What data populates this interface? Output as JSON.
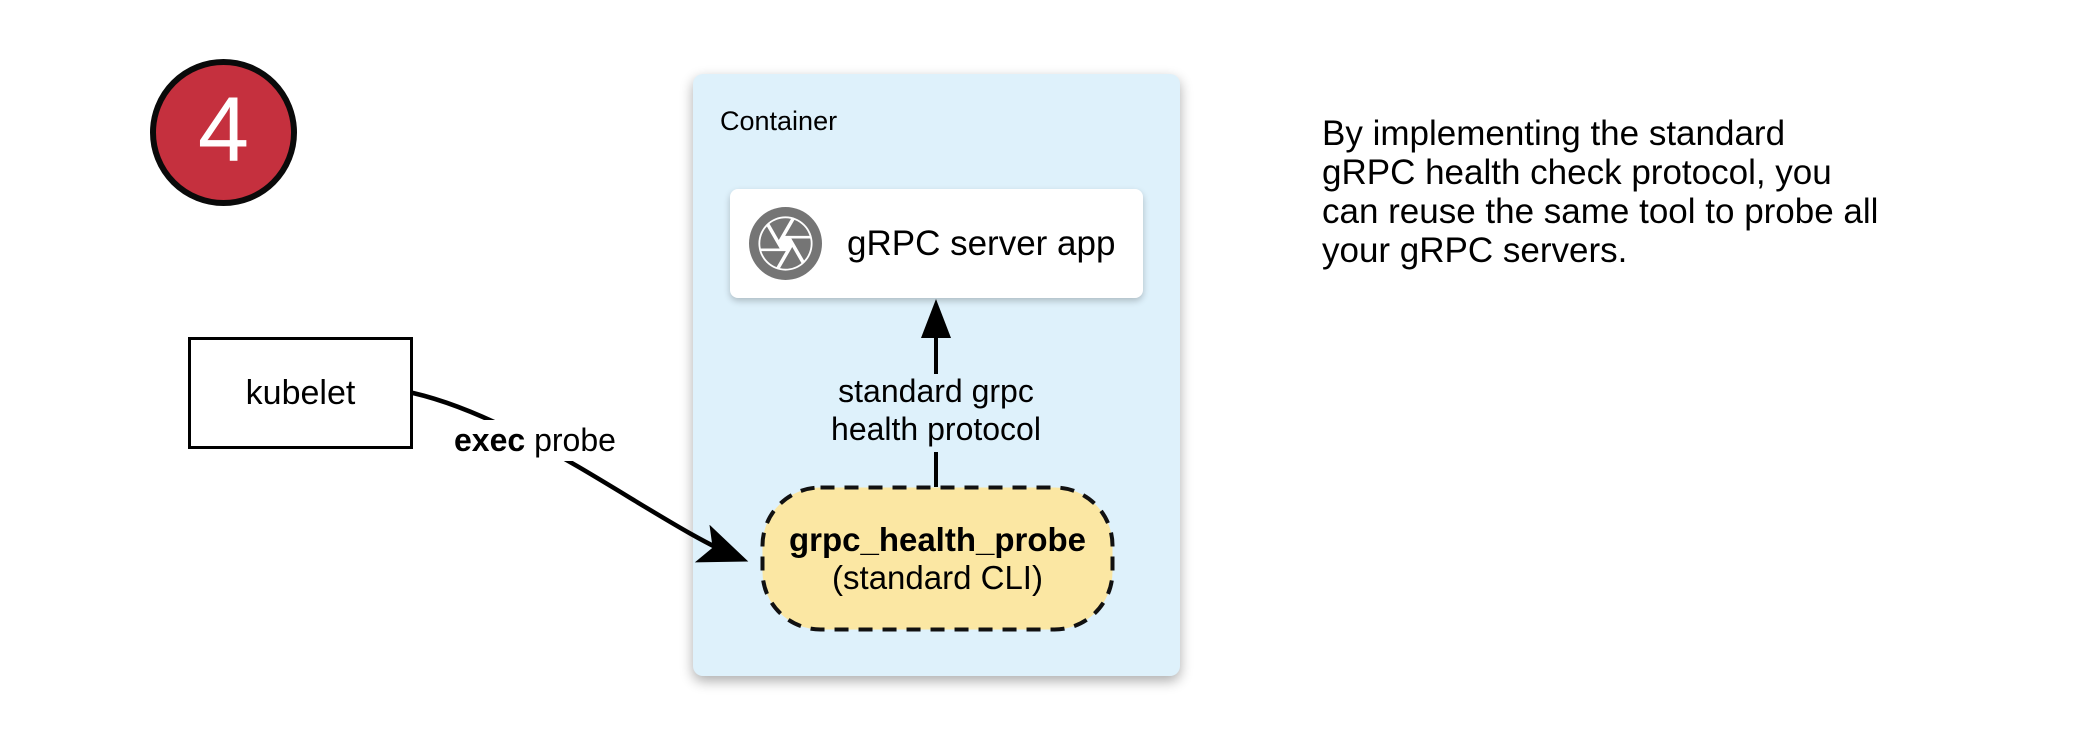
{
  "badge": {
    "number": "4",
    "color": "#c5303e"
  },
  "kubelet": {
    "label": "kubelet"
  },
  "edges": {
    "exec": {
      "bold_label": "exec",
      "label": " probe"
    },
    "health": {
      "line1": "standard grpc",
      "line2": "health protocol"
    }
  },
  "container": {
    "label": "Container",
    "bg_color": "#def1fb",
    "server": {
      "label": "gRPC server app",
      "icon": "camera-aperture-icon",
      "icon_color": "#757575"
    },
    "probe": {
      "title": "grpc_health_probe",
      "subtitle": "(standard CLI)",
      "bg_color": "#fbe7a3"
    }
  },
  "note": {
    "lines": [
      "By implementing the standard",
      "gRPC health check protocol, you",
      "can reuse the same tool to probe all",
      "your gRPC servers."
    ]
  }
}
